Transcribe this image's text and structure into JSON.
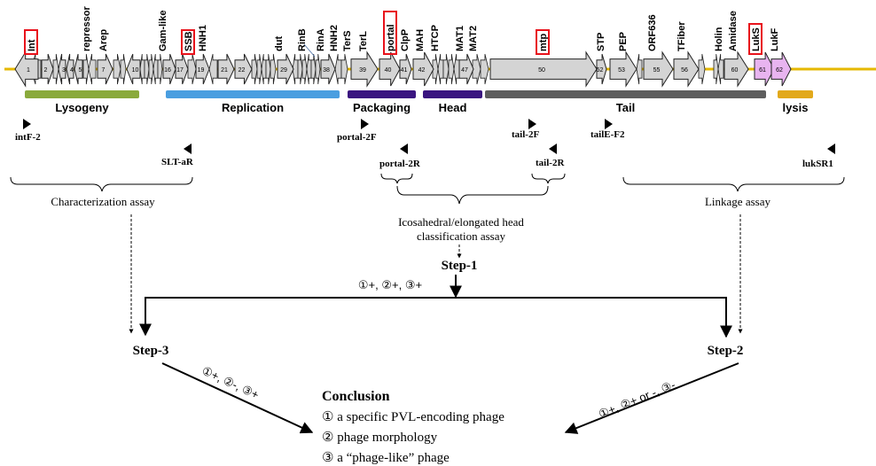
{
  "colors": {
    "backbone": "#e6b800",
    "gene_fill": "#d4d4d4",
    "gene_pvl": "#e8b4f0",
    "highlight_box": "#e8121b",
    "lysogeny": "#8aaa3c",
    "replication": "#4a9ee0",
    "packaging": "#3a1580",
    "head": "#3a1580",
    "tail": "#5e5e5e",
    "lysis": "#e2a91c"
  },
  "genes": [
    {
      "num": "1",
      "dir": "left"
    },
    {
      "num": "2",
      "dir": "right"
    },
    {
      "num": "3",
      "dir": "left"
    },
    {
      "num": "4",
      "dir": "left"
    },
    {
      "num": "5",
      "dir": "left"
    },
    {
      "num": "7",
      "dir": "right"
    },
    {
      "num": "10",
      "dir": "left"
    },
    {
      "num": "16",
      "dir": "right"
    },
    {
      "num": "17",
      "dir": "right"
    },
    {
      "num": "19",
      "dir": "right"
    },
    {
      "num": "21",
      "dir": "right"
    },
    {
      "num": "22",
      "dir": "right"
    },
    {
      "num": "29",
      "dir": "right"
    },
    {
      "num": "38",
      "dir": "right"
    },
    {
      "num": "39",
      "dir": "right"
    },
    {
      "num": "40",
      "dir": "right"
    },
    {
      "num": "41",
      "dir": "right"
    },
    {
      "num": "42",
      "dir": "right"
    },
    {
      "num": "47",
      "dir": "right"
    },
    {
      "num": "50",
      "dir": "right"
    },
    {
      "num": "52",
      "dir": "right"
    },
    {
      "num": "53",
      "dir": "right"
    },
    {
      "num": "55",
      "dir": "right"
    },
    {
      "num": "56",
      "dir": "right"
    },
    {
      "num": "60",
      "dir": "right"
    },
    {
      "num": "61",
      "dir": "right",
      "pvl": true
    },
    {
      "num": "62",
      "dir": "right",
      "pvl": true
    }
  ],
  "gene_labels": [
    {
      "text": "Int",
      "boxed": true
    },
    {
      "text": "repressor"
    },
    {
      "text": "Arep"
    },
    {
      "text": "Gam-like"
    },
    {
      "text": "SSB",
      "boxed": true
    },
    {
      "text": "HNH1"
    },
    {
      "text": "dut"
    },
    {
      "text": "RinB"
    },
    {
      "text": "RinA"
    },
    {
      "text": "HNH2"
    },
    {
      "text": "TerS"
    },
    {
      "text": "TerL"
    },
    {
      "text": "portal",
      "boxed": true
    },
    {
      "text": "ClpP"
    },
    {
      "text": "MAH"
    },
    {
      "text": "HTCP"
    },
    {
      "text": "MAT1"
    },
    {
      "text": "MAT2"
    },
    {
      "text": "mtp",
      "boxed": true
    },
    {
      "text": "STP"
    },
    {
      "text": "PEP"
    },
    {
      "text": "ORF636"
    },
    {
      "text": "TFiber"
    },
    {
      "text": "Holin"
    },
    {
      "text": "Amidase"
    },
    {
      "text": "LukS",
      "boxed": true
    },
    {
      "text": "LukF"
    }
  ],
  "modules": [
    {
      "name": "Lysogeny",
      "color_key": "lysogeny"
    },
    {
      "name": "Replication",
      "color_key": "replication"
    },
    {
      "name": "Packaging",
      "color_key": "packaging"
    },
    {
      "name": "Head",
      "color_key": "head"
    },
    {
      "name": "Tail",
      "color_key": "tail"
    },
    {
      "name": "lysis",
      "color_key": "lysis"
    }
  ],
  "primers": [
    {
      "name": "intF-2",
      "dir": "right"
    },
    {
      "name": "SLT-aR",
      "dir": "left"
    },
    {
      "name": "portal-2F",
      "dir": "right"
    },
    {
      "name": "portal-2R",
      "dir": "left"
    },
    {
      "name": "tail-2F",
      "dir": "right"
    },
    {
      "name": "tail-2R",
      "dir": "left"
    },
    {
      "name": "tailE-F2",
      "dir": "right"
    },
    {
      "name": "lukSR1",
      "dir": "left"
    }
  ],
  "assays": {
    "characterization": "Characterization assay",
    "classification_line1": "Icosahedral/elongated head",
    "classification_line2": "classification assay",
    "linkage": "Linkage assay"
  },
  "steps": {
    "step1": "Step-1",
    "step2": "Step-2",
    "step3": "Step-3",
    "step1_result": "①+, ②+, ③+",
    "step3_result": "①+, ②-, ③+",
    "step2_result": "①+, ②+ or -, ③-"
  },
  "conclusion": {
    "title": "Conclusion",
    "items": [
      "① a specific PVL-encoding phage",
      "② phage morphology",
      "③ a “phage-like” phage"
    ]
  }
}
